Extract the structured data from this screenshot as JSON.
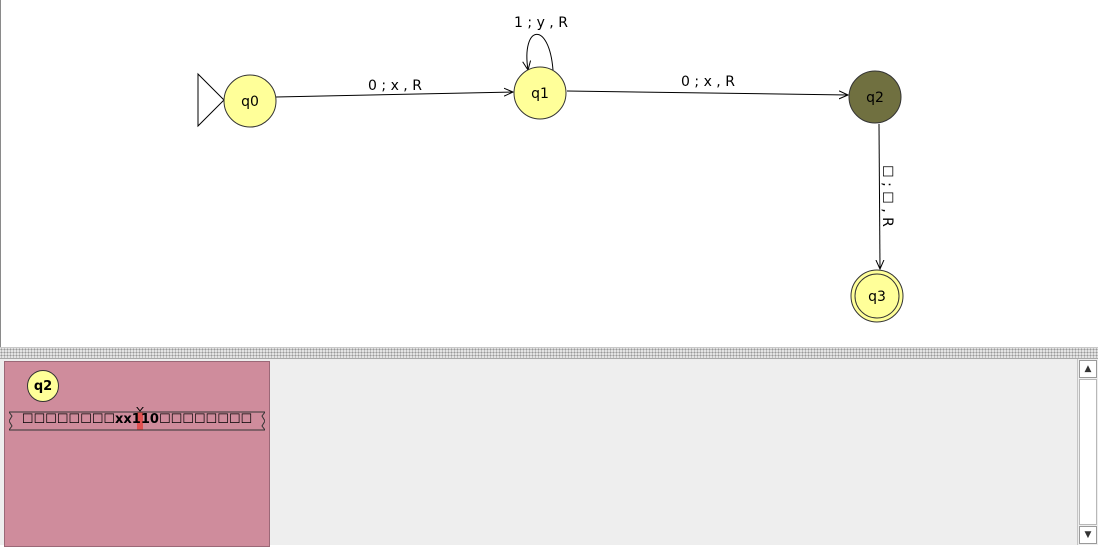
{
  "diagram": {
    "states": [
      {
        "id": "q0",
        "label": "q0",
        "initial": true,
        "final": false,
        "highlighted": false
      },
      {
        "id": "q1",
        "label": "q1",
        "initial": false,
        "final": false,
        "highlighted": false
      },
      {
        "id": "q2",
        "label": "q2",
        "initial": false,
        "final": false,
        "highlighted": true
      },
      {
        "id": "q3",
        "label": "q3",
        "initial": false,
        "final": true,
        "highlighted": false
      }
    ],
    "transitions": [
      {
        "from": "q0",
        "to": "q1",
        "label": "0 ; x , R"
      },
      {
        "from": "q1",
        "to": "q1",
        "label": "1 ; y , R"
      },
      {
        "from": "q1",
        "to": "q2",
        "label": "0 ; x , R"
      },
      {
        "from": "q2",
        "to": "q3",
        "label": "☐ ; ☐ , R"
      }
    ]
  },
  "configuration": {
    "state": "q2",
    "tape": "☐☐☐☐☐☐☐☐xx110☐☐☐☐☐☐☐☐",
    "head_index": 10
  },
  "colors": {
    "state_fill": "#ffff99",
    "highlighted_fill": "#707040",
    "config_panel": "#cf8c9c",
    "head_cell": "#e05050"
  }
}
